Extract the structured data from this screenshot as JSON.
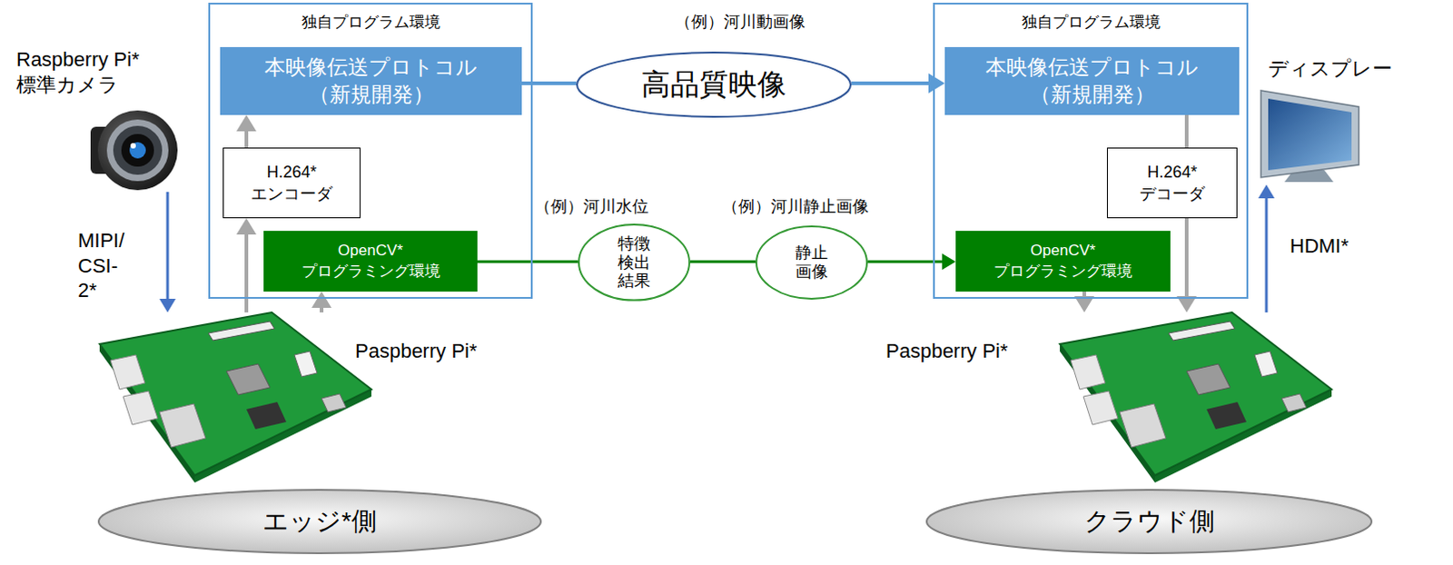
{
  "diagram": {
    "nodes": [
      {
        "text": [
          "Raspberry Pi* 標準カメラ"
        ]
      },
      {
        "text": [
          "独自プログラム環境"
        ]
      },
      {
        "text": [
          "本映像伝送プロトコル （新規開発）"
        ],
        "in": 1
      },
      {
        "text": [
          "H.264* エンコーダ"
        ],
        "in": 1
      },
      {
        "text": [
          "OpenCV* プログラミング環境"
        ],
        "in": 1
      },
      {
        "text": [
          "高品質映像"
        ]
      },
      {
        "text": [
          "特徴 検出 結果"
        ]
      },
      {
        "text": [
          "静止 画像"
        ]
      },
      {
        "text": [
          "独自プログラム環境"
        ]
      },
      {
        "text": [
          "本映像伝送プロトコル （新規開発）"
        ],
        "in": 8
      },
      {
        "text": [
          "H.264* デコーダ"
        ],
        "in": 8
      },
      {
        "text": [
          "OpenCV* プログラミング環境"
        ],
        "in": 8
      },
      {
        "text": [
          "ディスプレー"
        ]
      },
      {
        "text": [
          "Paspberry Pi*"
        ]
      },
      {
        "text": [
          "Paspberry Pi*"
        ]
      },
      {
        "text": [
          "エッジ*側"
        ]
      },
      {
        "text": [
          "クラウド側"
        ]
      }
    ],
    "edges": [
      {
        "from": 0,
        "to": 13,
        "arrow": "to",
        "label": "MIPI/ CSI-2*"
      },
      {
        "from": 13,
        "to": 3,
        "arrow": "to"
      },
      {
        "from": 3,
        "to": 2,
        "arrow": "to"
      },
      {
        "from": 13,
        "to": 4,
        "arrow": "to"
      },
      {
        "from": 2,
        "to": 5,
        "arrow": "none"
      },
      {
        "from": 5,
        "to": 9,
        "arrow": "to"
      },
      {
        "from": 4,
        "to": 6,
        "arrow": "none"
      },
      {
        "from": 6,
        "to": 7,
        "arrow": "none"
      },
      {
        "from": 7,
        "to": 11,
        "arrow": "to"
      },
      {
        "from": 9,
        "to": 10,
        "arrow": "none"
      },
      {
        "from": 10,
        "to": 14,
        "arrow": "to"
      },
      {
        "from": 11,
        "to": 14,
        "arrow": "to"
      },
      {
        "from": 14,
        "to": 12,
        "arrow": "to",
        "label": "HDMI*"
      }
    ],
    "labels": [
      "（例）河川動画像",
      "（例）河川水位",
      "（例）河川静止画像"
    ]
  }
}
